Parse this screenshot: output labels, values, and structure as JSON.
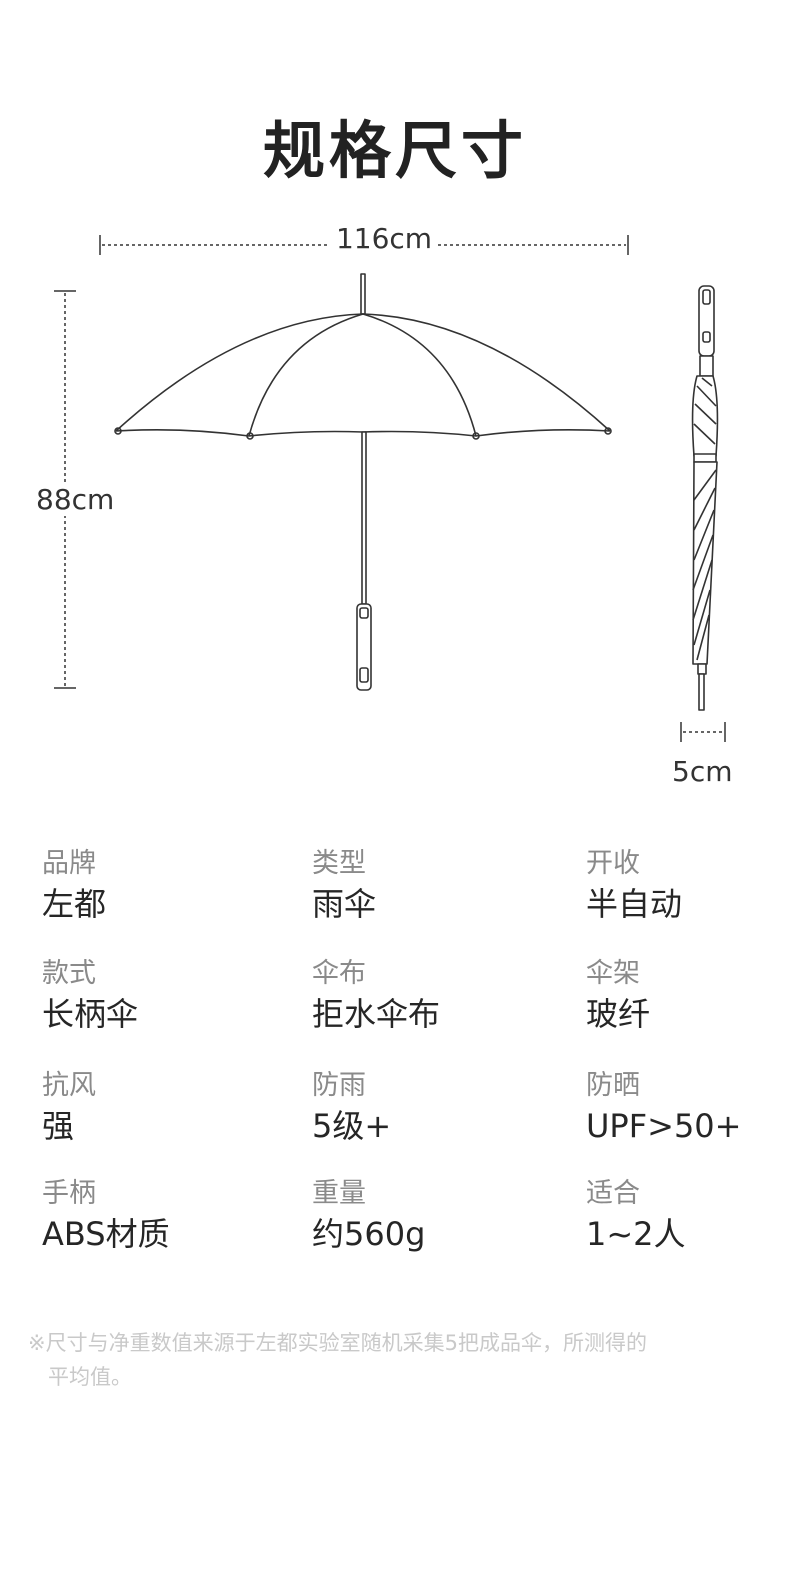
{
  "title": "规格尺寸",
  "dimensions": {
    "width": "116cm",
    "height": "88cm",
    "diameter": "5cm"
  },
  "specs": [
    {
      "label": "品牌",
      "value": "左都"
    },
    {
      "label": "类型",
      "value": "雨伞"
    },
    {
      "label": "开收",
      "value": "半自动"
    },
    {
      "label": "款式",
      "value": "长柄伞"
    },
    {
      "label": "伞布",
      "value": "拒水伞布"
    },
    {
      "label": "伞架",
      "value": "玻纤"
    },
    {
      "label": "抗风",
      "value": "强"
    },
    {
      "label": "防雨",
      "value": "5级+"
    },
    {
      "label": "防晒",
      "value": "UPF>50+"
    },
    {
      "label": "手柄",
      "value": "ABS材质"
    },
    {
      "label": "重量",
      "value": "约560g"
    },
    {
      "label": "适合",
      "value": "1~2人"
    }
  ],
  "note": {
    "line1": "※尺寸与净重数值来源于左都实验室随机采集5把成品伞，所测得的",
    "line2": "平均值。"
  },
  "colors": {
    "text": "#262626",
    "label": "#8a8a8a",
    "note": "#c9c9c9",
    "line": "#333333"
  }
}
